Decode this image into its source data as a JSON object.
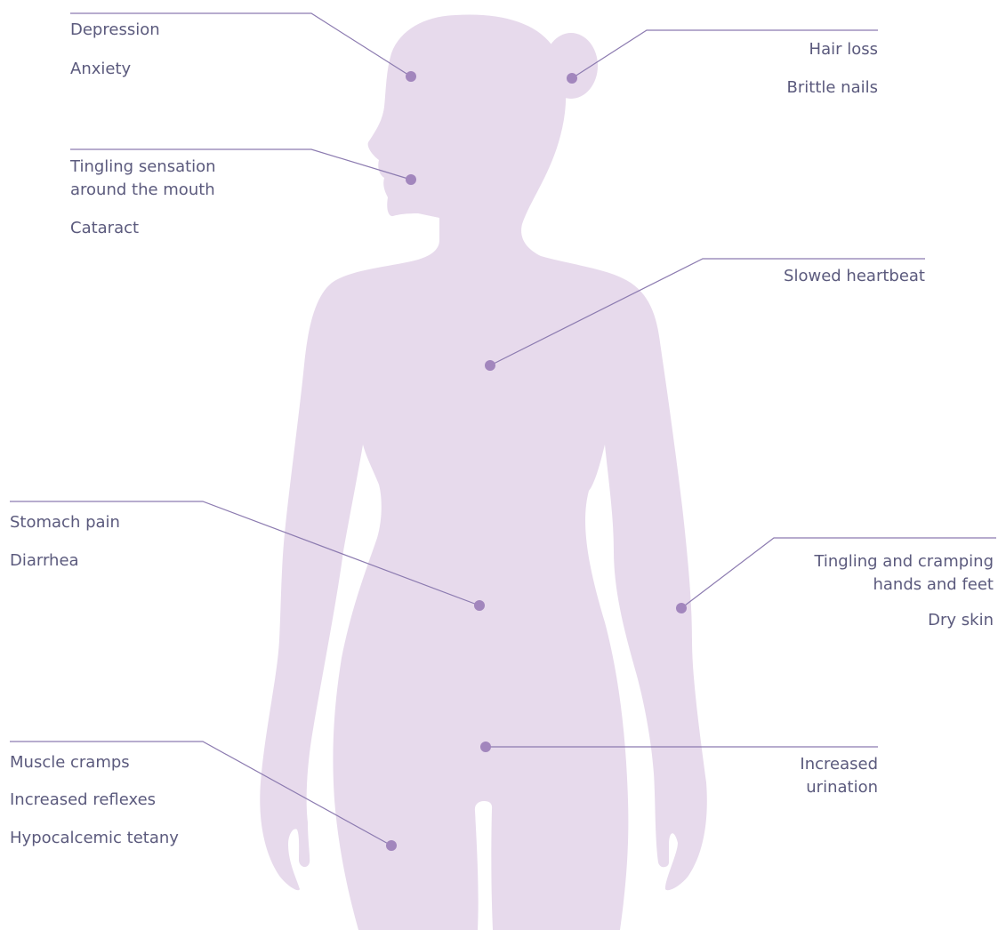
{
  "colors": {
    "body_fill": "#e7daec",
    "leader_line": "#8c7bb0",
    "marker": "#a286bd",
    "label_text": "#5b5a7d",
    "background": "#ffffff"
  },
  "annotations": [
    {
      "id": "head-mood",
      "body_region": "head",
      "labels": [
        "Depression",
        "Anxiety"
      ]
    },
    {
      "id": "hair-nails",
      "body_region": "hair",
      "labels": [
        "Hair loss",
        "Brittle nails"
      ]
    },
    {
      "id": "mouth",
      "body_region": "mouth",
      "labels": [
        "Tingling sensation around the mouth",
        "Cataract"
      ]
    },
    {
      "id": "heart",
      "body_region": "chest",
      "labels": [
        "Slowed heartbeat"
      ]
    },
    {
      "id": "stomach",
      "body_region": "abdomen",
      "labels": [
        "Stomach pain",
        "Diarrhea"
      ]
    },
    {
      "id": "hands-skin",
      "body_region": "arm",
      "labels": [
        "Tingling and cramping hands and feet",
        "Dry skin"
      ]
    },
    {
      "id": "muscles",
      "body_region": "thigh",
      "labels": [
        "Muscle cramps",
        "Increased reflexes",
        "Hypocalcemic tetany"
      ]
    },
    {
      "id": "urinary",
      "body_region": "pelvis",
      "labels": [
        "Increased urination"
      ]
    }
  ]
}
